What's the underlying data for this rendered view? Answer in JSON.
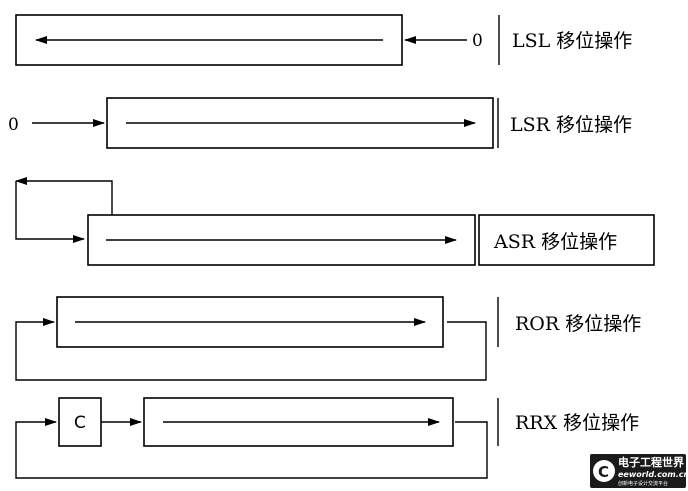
{
  "operations": {
    "lsl": {
      "label": "LSL 移位操作",
      "input": "0"
    },
    "lsr": {
      "label": "LSR 移位操作",
      "input": "0"
    },
    "asr": {
      "label": "ASR 移位操作"
    },
    "ror": {
      "label": "ROR 移位操作"
    },
    "rrx": {
      "label": "RRX 移位操作",
      "carry": "C"
    }
  },
  "watermark": {
    "title": "电子工程世界",
    "url": "eeworld.com.cn",
    "tagline": "创新电子设计交流平台",
    "logo_letter": "C"
  }
}
